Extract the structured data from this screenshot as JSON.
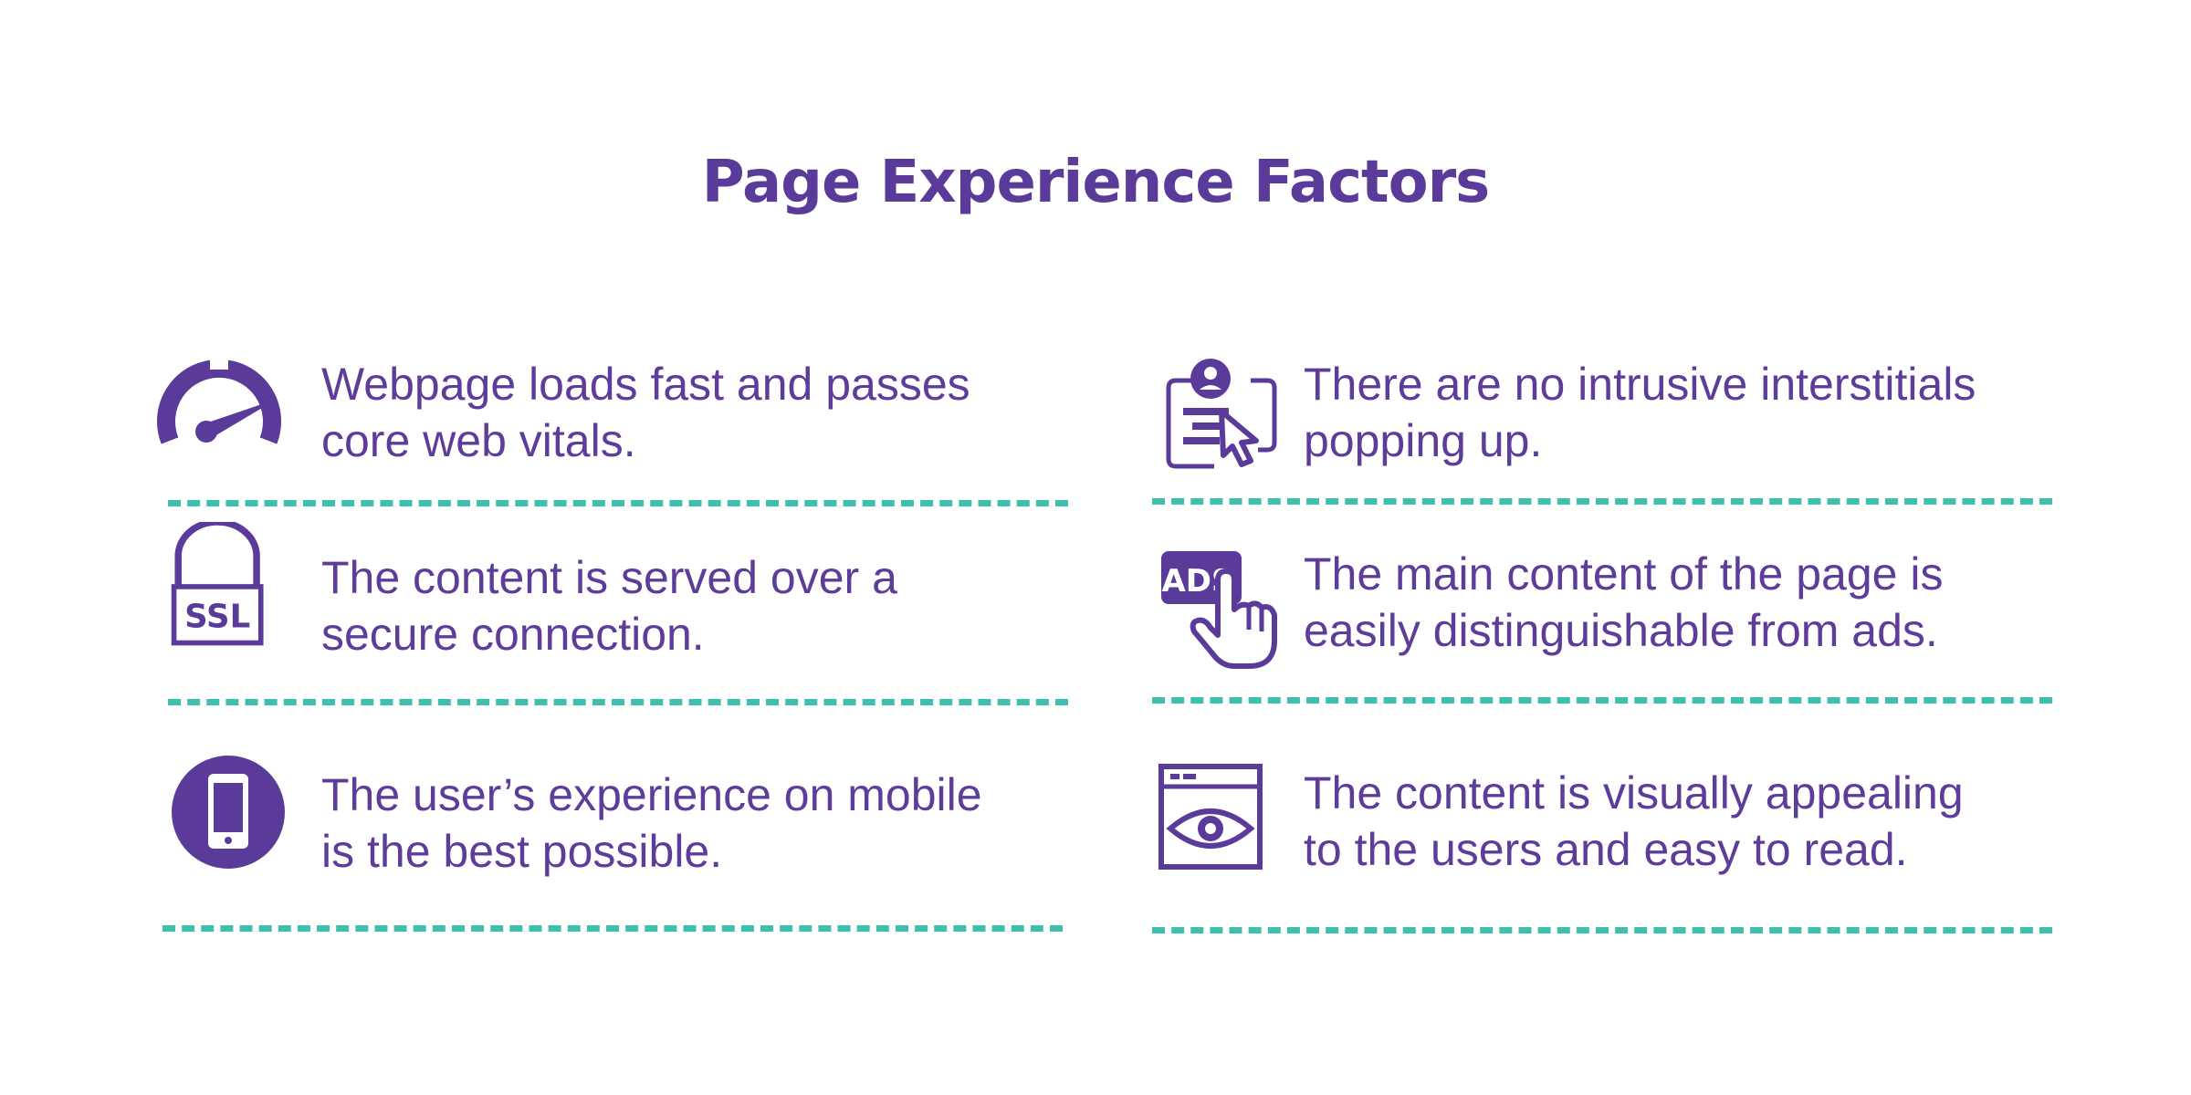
{
  "title": "Page Experience Factors",
  "colors": {
    "primary": "#5b3b99",
    "divider": "#3fbfad",
    "background": "#ffffff"
  },
  "items": [
    {
      "icon": "speedometer-icon",
      "text": "Webpage loads fast and passes core web vitals."
    },
    {
      "icon": "popup-cursor-icon",
      "text": "There are no intrusive interstitials popping up."
    },
    {
      "icon": "ssl-lock-icon",
      "icon_label": "SSL",
      "text": "The content is served over a secure connection."
    },
    {
      "icon": "ads-click-icon",
      "icon_label": "ADS",
      "text": "The main content of the page is easily distinguishable from ads."
    },
    {
      "icon": "mobile-phone-icon",
      "text": "The user’s experience on mobile is the best possible."
    },
    {
      "icon": "browser-eye-icon",
      "text": "The content is visually appealing to the users and easy to read."
    }
  ]
}
